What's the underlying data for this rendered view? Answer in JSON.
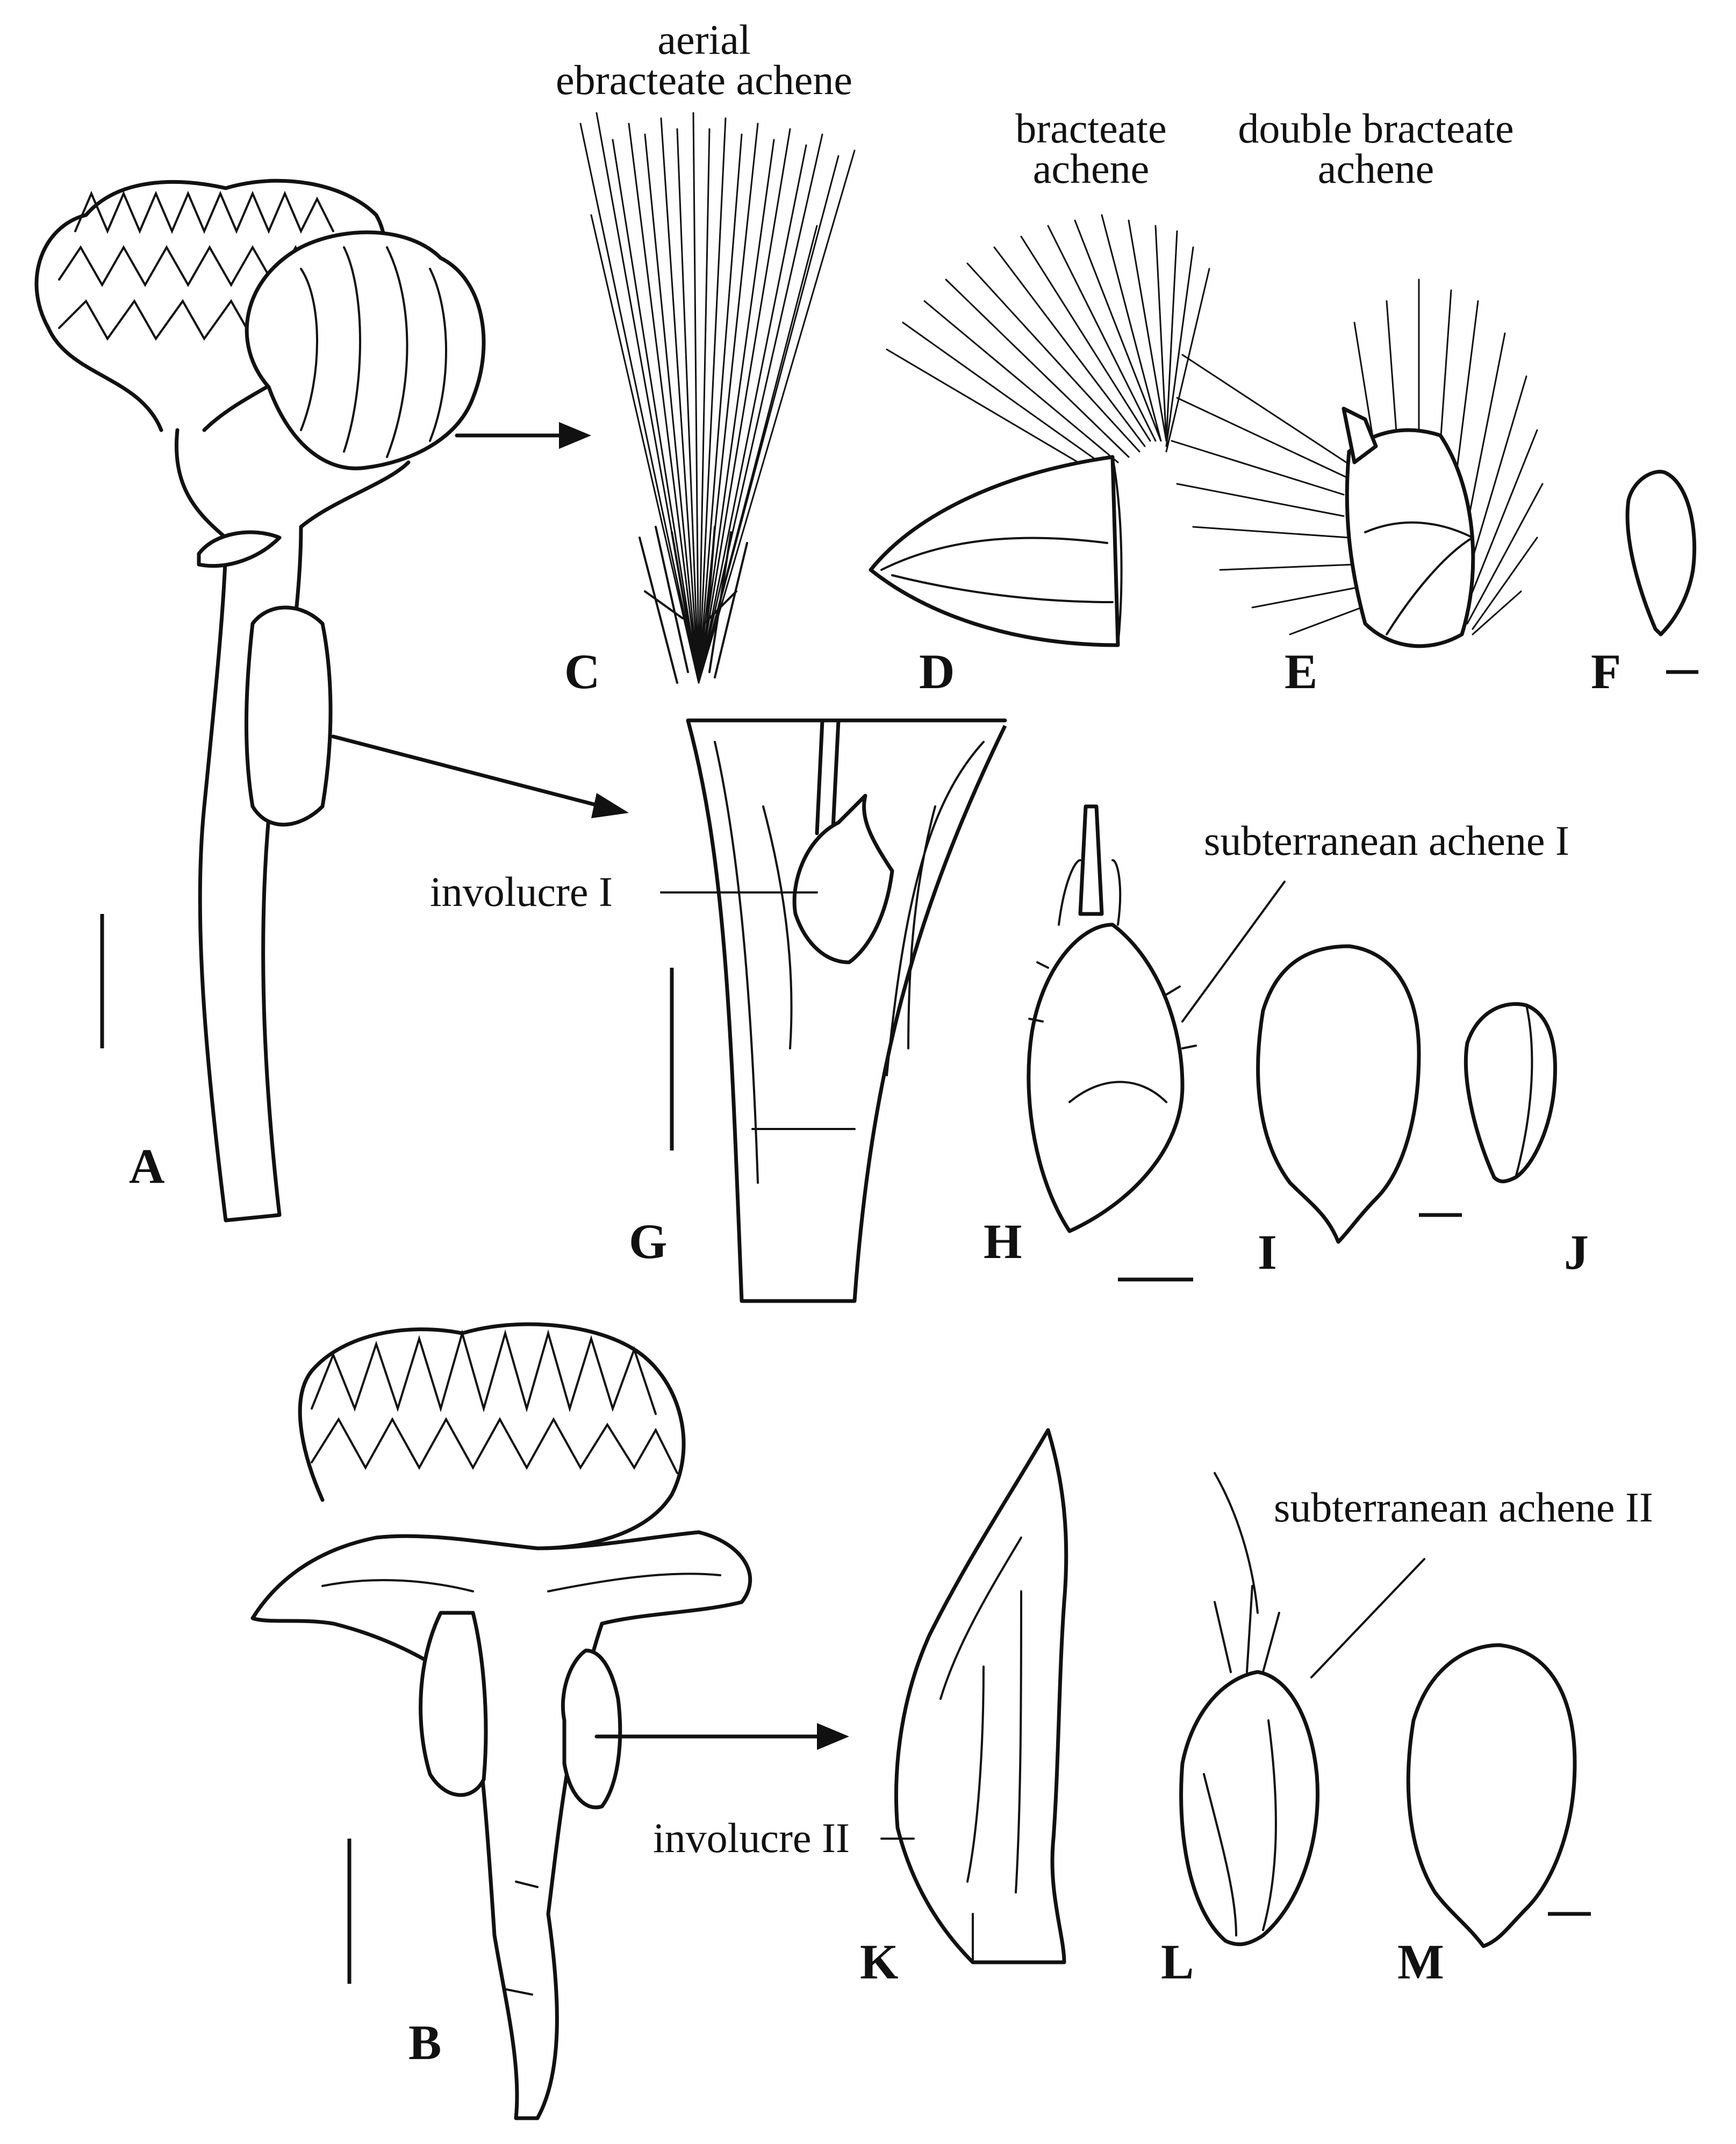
{
  "figure": {
    "annotations": {
      "aerial_line1": "aerial",
      "aerial_line2": "ebracteate achene",
      "bracteate_line1": "bracteate",
      "bracteate_line2": "achene",
      "double_line1": "double bracteate",
      "double_line2": "achene",
      "involucre_1": "involucre I",
      "involucre_2": "involucre II",
      "subterranean_1": "subterranean achene I",
      "subterranean_2": "subterranean achene II"
    },
    "panel_letters": {
      "A": "A",
      "B": "B",
      "C": "C",
      "D": "D",
      "E": "E",
      "F": "F",
      "G": "G",
      "H": "H",
      "I": "I",
      "J": "J",
      "K": "K",
      "L": "L",
      "M": "M"
    }
  }
}
